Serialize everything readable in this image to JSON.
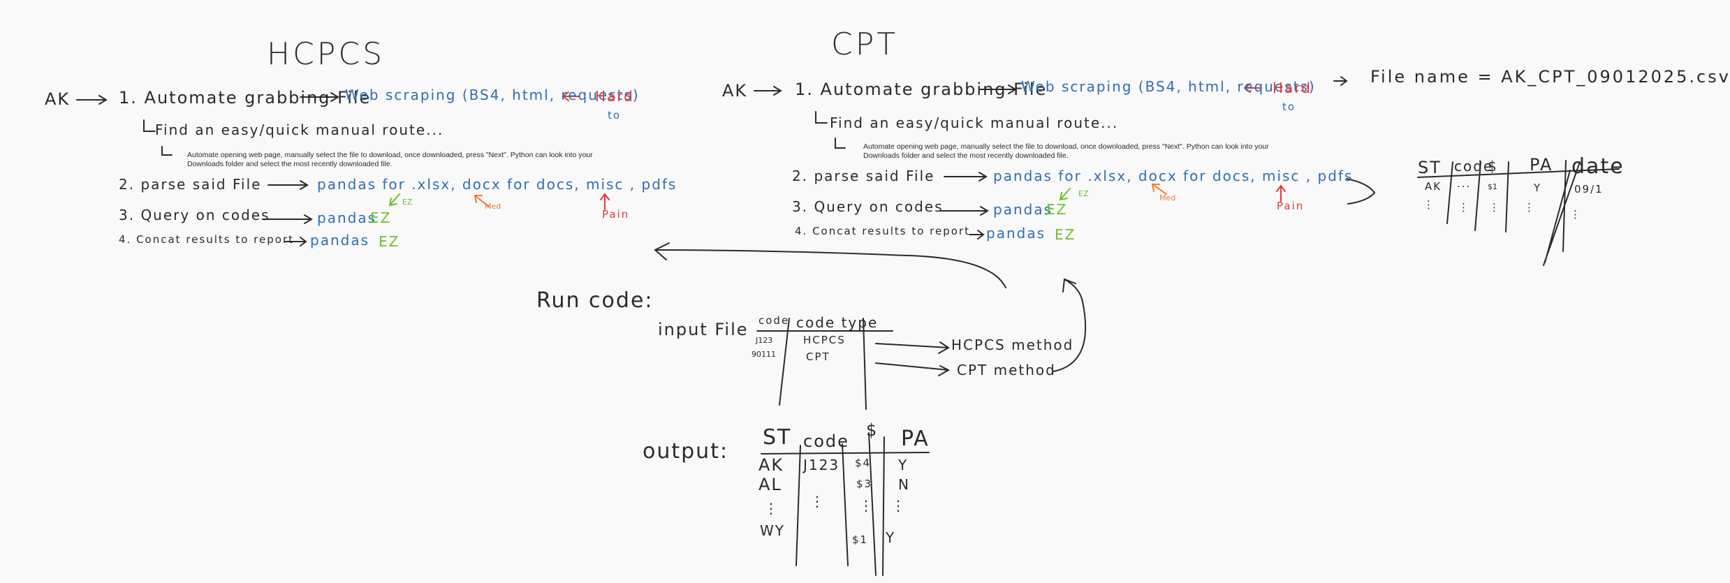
{
  "hcpcs": {
    "title": "HCPCS",
    "state": "AK",
    "step1": "1. Automate grabbing File",
    "step1_result": "Web scraping (BS4, html, requests)",
    "step1_difficulty": "Hard",
    "step1_difficulty_suffix": "to",
    "fallback": "Find an easy/quick manual route...",
    "note": "Automate opening web page, manually select the file to download, once downloaded, press \"Next\". Python can look into your Downloads folder and select the most recently downloaded file.",
    "step2": "2. parse said File",
    "step2_result": "pandas for .xlsx, docx for docs, misc , pdfs",
    "step2_tags": [
      "EZ",
      "Med",
      "Pain"
    ],
    "step3": "3. Query on codes",
    "step3_result": "pandas",
    "step3_tag": "EZ",
    "step4": "4. Concat results to report",
    "step4_result": "pandas",
    "step4_tag": "EZ"
  },
  "cpt": {
    "title": "CPT",
    "state": "AK",
    "step1": "1. Automate grabbing File",
    "step1_result": "Web scraping (BS4, html, requests)",
    "step1_difficulty": "Hard",
    "step1_difficulty_suffix": "to",
    "filename_label": "File name = AK_CPT_09012025.csv",
    "fallback": "Find an easy/quick manual route...",
    "note": "Automate opening web page, manually select the file to download, once downloaded, press \"Next\". Python can look into your Downloads folder and select the most recently downloaded file.",
    "step2": "2. parse said File",
    "step2_result": "pandas for .xlsx, docx for docs, misc , pdfs",
    "step2_tags": [
      "EZ",
      "Med",
      "Pain"
    ],
    "step3": "3. Query on codes",
    "step3_result": "pandas",
    "step3_tag": "EZ",
    "step4": "4. Concat results to report",
    "step4_result": "pandas",
    "step4_tag": "EZ",
    "table": {
      "headers": [
        "ST",
        "code",
        "$",
        "PA",
        "date"
      ],
      "row": [
        "AK",
        "...",
        "$1",
        "Y",
        "09/1"
      ]
    }
  },
  "run": {
    "label": "Run code:",
    "input_label": "input File",
    "input_headers": [
      "code",
      "code type"
    ],
    "input_rows": [
      [
        "J123",
        "HCPCS"
      ],
      [
        "90111",
        "CPT"
      ]
    ],
    "methods": [
      "HCPCS method",
      "CPT method"
    ]
  },
  "output": {
    "label": "output:",
    "headers": [
      "ST",
      "code",
      "$",
      "PA"
    ],
    "rows": [
      [
        "AK",
        "J123",
        "$4",
        "Y"
      ],
      [
        "AL",
        "",
        "$3",
        "N"
      ],
      [
        "WY",
        "",
        "$1",
        "Y"
      ]
    ]
  },
  "colors": {
    "ink": "#2a2a2a",
    "blue": "#2f6db5",
    "red": "#e23a3a",
    "green": "#6fbe2e",
    "orange": "#f07a32",
    "background": "#f9f9f9"
  }
}
